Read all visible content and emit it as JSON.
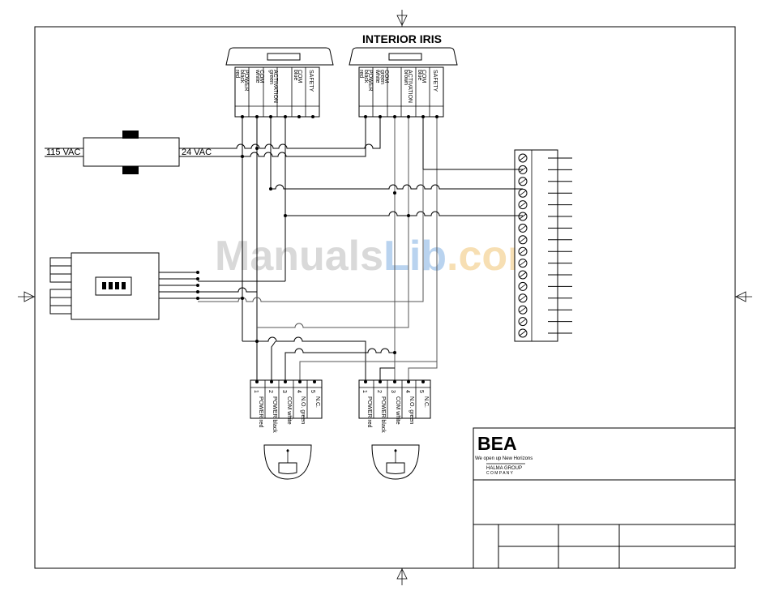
{
  "title": "INTERIOR IRIS",
  "transformer": {
    "input_label": "115 VAC",
    "output_label": "24 VAC"
  },
  "iris_left": {
    "terminals": [
      "red",
      "black",
      "POWER",
      "white",
      "COM",
      "green",
      "ACTIVATION",
      "blue",
      "COM",
      "SAFETY"
    ]
  },
  "iris_right": {
    "terminals": [
      "red",
      "black",
      "POWER",
      "white",
      "green",
      "COM",
      "brown",
      "ACTIVATION",
      "blue",
      "COM",
      "SAFETY"
    ]
  },
  "sensor_blocks": [
    {
      "numbers": [
        "1",
        "2",
        "3",
        "4",
        "5"
      ],
      "labels": [
        "POWER red",
        "POWER black",
        "COM white",
        "N.O. green",
        "N.C."
      ]
    },
    {
      "numbers": [
        "1",
        "2",
        "3",
        "4",
        "5"
      ],
      "labels": [
        "POWER red",
        "POWER black",
        "COM white",
        "N.O. green",
        "N.C."
      ]
    }
  ],
  "watermark": {
    "part1": "Manuals",
    "part2": "Lib",
    "part3": ".com"
  },
  "logo": {
    "name": "BEA",
    "tagline": "We open up New Horizons",
    "company": "HALMA GROUP",
    "company_sub": "C O M P A N Y"
  },
  "colors": {
    "line": "#000000",
    "watermark_gray": "#d9d9d9",
    "watermark_blue": "#b9d3ef",
    "watermark_orange": "#f7dfb3"
  }
}
